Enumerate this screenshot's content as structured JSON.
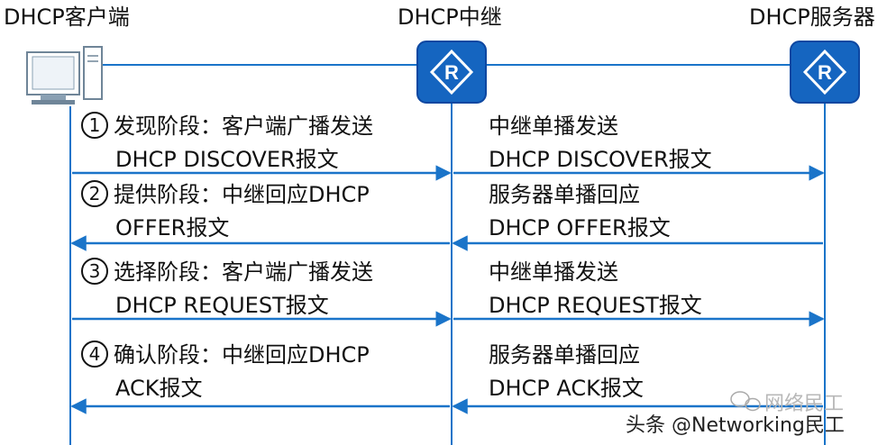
{
  "nodes": {
    "client": "DHCP客户端",
    "relay": "DHCP中继",
    "server": "DHCP服务器"
  },
  "router_glyph": "R",
  "colors": {
    "line": "#1a74c9",
    "router_fill": "#1565c0",
    "router_edge": "#0d47a1"
  },
  "steps": [
    {
      "num": "1",
      "left_line1": "发现阶段：客户端广播发送",
      "left_line2": "DHCP DISCOVER报文",
      "right_line1": "中继单播发送",
      "right_line2": "DHCP DISCOVER报文",
      "direction": "to-server"
    },
    {
      "num": "2",
      "left_line1": "提供阶段：中继回应DHCP",
      "left_line2": "OFFER报文",
      "right_line1": "服务器单播回应",
      "right_line2": "DHCP OFFER报文",
      "direction": "to-client"
    },
    {
      "num": "3",
      "left_line1": "选择阶段：客户端广播发送",
      "left_line2": "DHCP REQUEST报文",
      "right_line1": "中继单播发送",
      "right_line2": "DHCP REQUEST报文",
      "direction": "to-server"
    },
    {
      "num": "4",
      "left_line1": "确认阶段：中继回应DHCP",
      "left_line2": "ACK报文",
      "right_line1": "服务器单播回应",
      "right_line2": "DHCP ACK报文",
      "direction": "to-client"
    }
  ],
  "watermark": {
    "faint": "网络民工",
    "main": "头条 @Networking民工"
  }
}
